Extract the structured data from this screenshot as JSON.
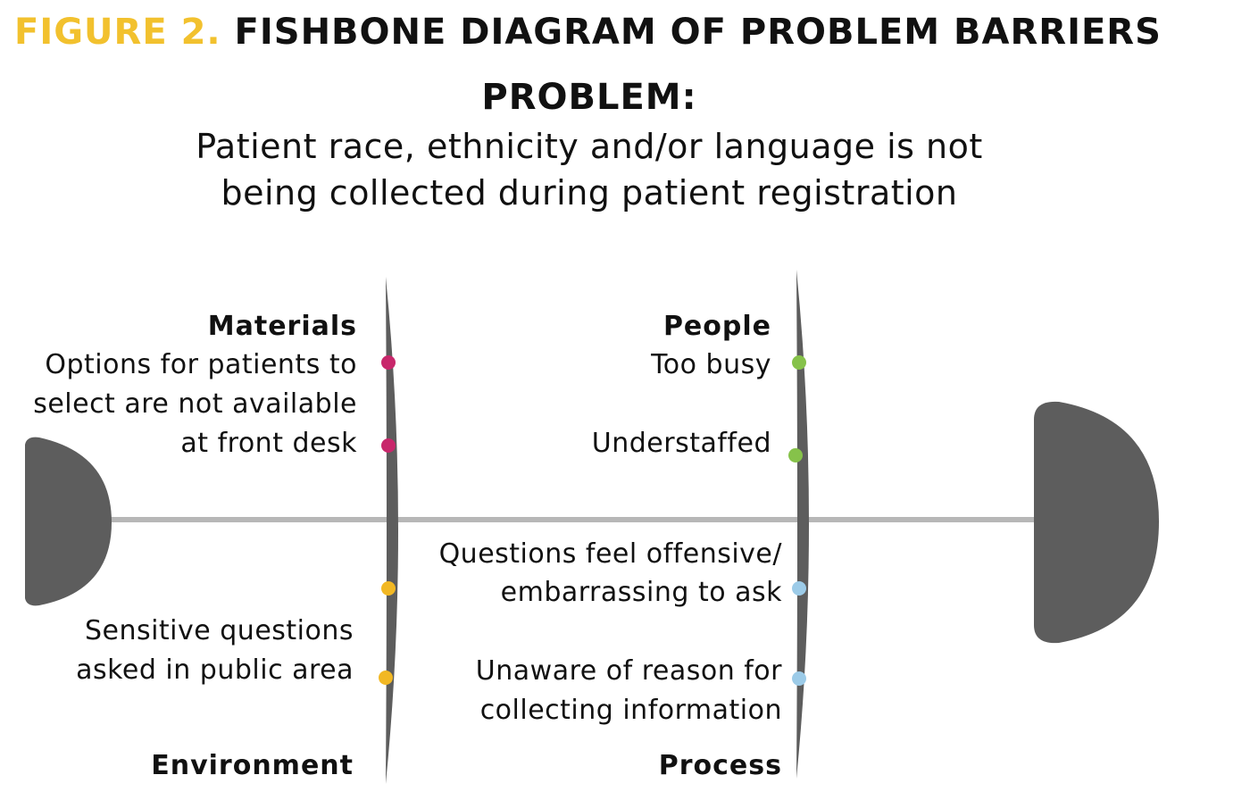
{
  "figure": {
    "label": "FIGURE 2.",
    "title": "FISHBONE DIAGRAM OF PROBLEM BARRIERS"
  },
  "problem": {
    "heading": "PROBLEM:",
    "line1": "Patient race, ethnicity and/or language is not",
    "line2": "being collected during patient registration"
  },
  "categories": {
    "materials": {
      "name": "Materials",
      "color": "#c8276b",
      "causes": [
        "Options for patients to",
        "select are not available",
        "at front desk"
      ]
    },
    "people": {
      "name": "People",
      "color": "#86c24a",
      "causes": [
        "Too busy",
        "Understaffed"
      ]
    },
    "environment": {
      "name": "Environment",
      "color": "#f2b824",
      "causes": [
        "Sensitive questions",
        "asked in public area"
      ]
    },
    "process": {
      "name": "Process",
      "color": "#9ccbe8",
      "causes": [
        "Questions feel offensive/",
        "embarrassing to ask",
        "Unaware of reason for",
        "collecting information"
      ]
    }
  },
  "colors": {
    "bone": "#5d5d5d",
    "spine": "#b7b7b7"
  }
}
